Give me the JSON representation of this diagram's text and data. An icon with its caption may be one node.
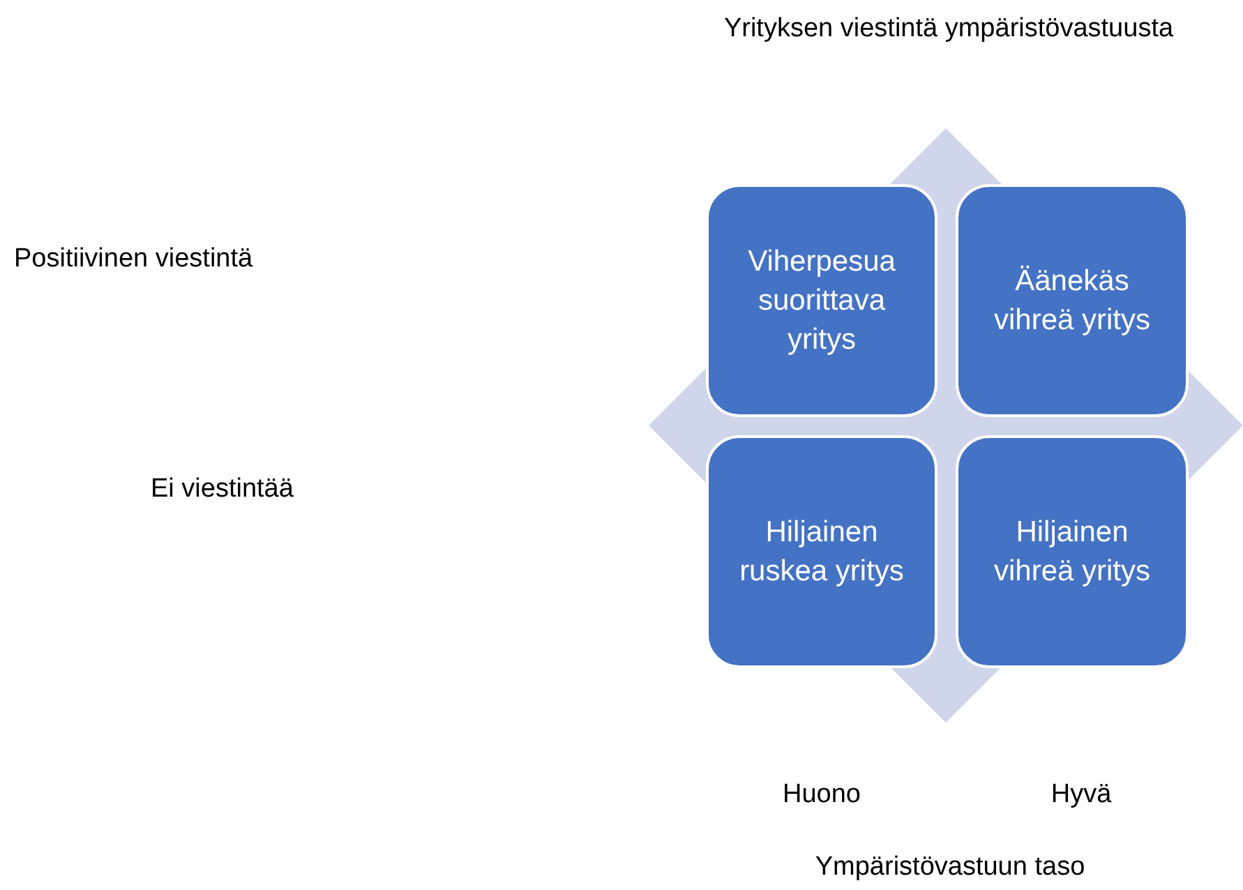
{
  "diagram": {
    "nodes": [
      {
        "text": [
          "Viherpesua suorittava yritys"
        ]
      },
      {
        "text": [
          "Äänekäs vihreä yritys"
        ]
      },
      {
        "text": [
          "Hiljainen ruskea yritys"
        ]
      },
      {
        "text": [
          "Hiljainen vihreä yritys"
        ]
      }
    ],
    "labels": [
      "Yrityksen viestintä ympäristövastuusta",
      "Positiivinen viestintä",
      "Ei viestintää",
      "Huono",
      "Hyvä",
      "Ympäristövastuun taso"
    ]
  }
}
